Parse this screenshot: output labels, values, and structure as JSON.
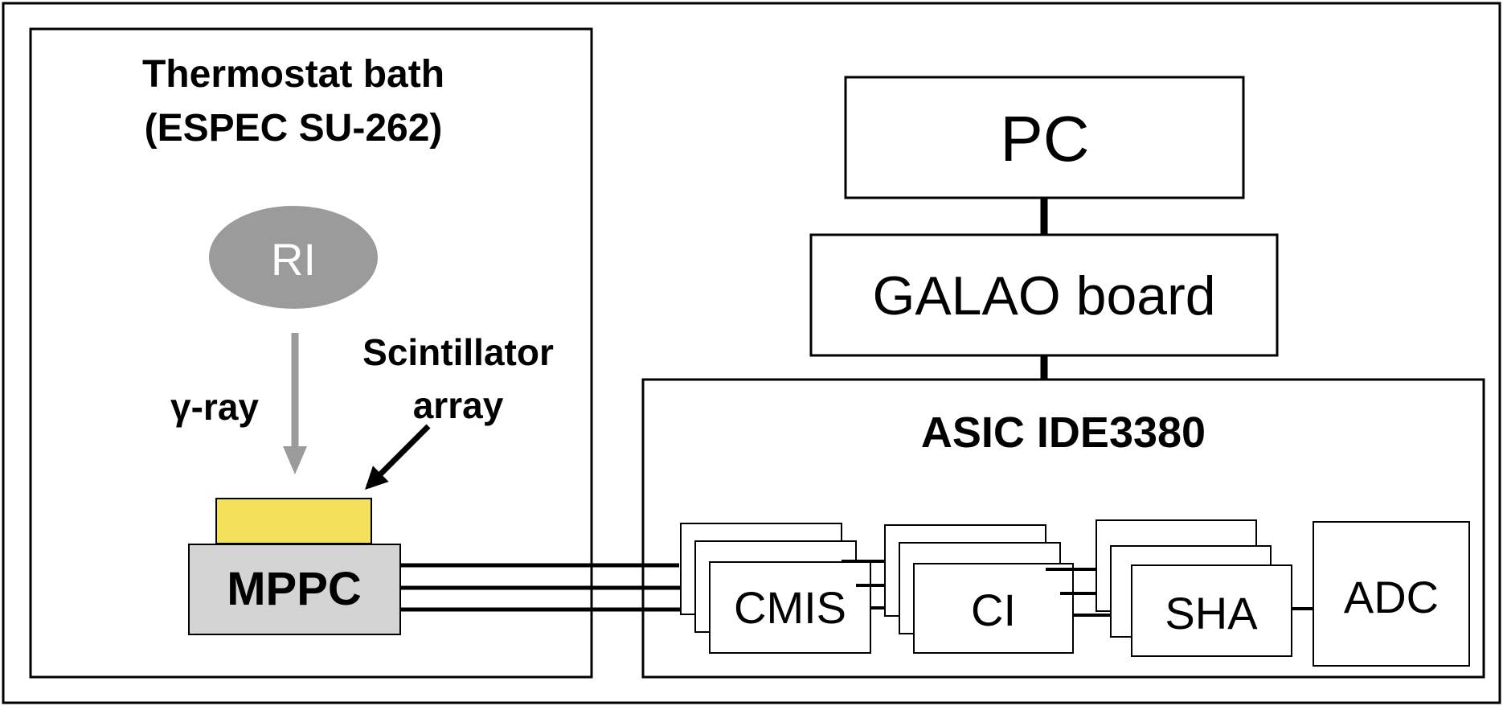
{
  "thermostat": {
    "title_line1": "Thermostat bath",
    "title_line2": "(ESPEC SU-262)"
  },
  "source": {
    "label": "RI"
  },
  "gamma": {
    "label": "γ-ray"
  },
  "scintillator": {
    "label_line1": "Scintillator",
    "label_line2": "array"
  },
  "sensor": {
    "label": "MPPC"
  },
  "pc": {
    "label": "PC"
  },
  "galao": {
    "label": "GALAO board"
  },
  "asic": {
    "title": "ASIC IDE3380",
    "blocks": [
      "CMIS",
      "CI",
      "SHA",
      "ADC"
    ]
  },
  "colors": {
    "stroke": "#000000",
    "ri_fill": "#9b9b9b",
    "arrow_gray": "#9b9b9b",
    "scintillator_fill": "#f5e05c",
    "mppc_fill": "#d4d4d4",
    "box_fill": "#ffffff"
  }
}
